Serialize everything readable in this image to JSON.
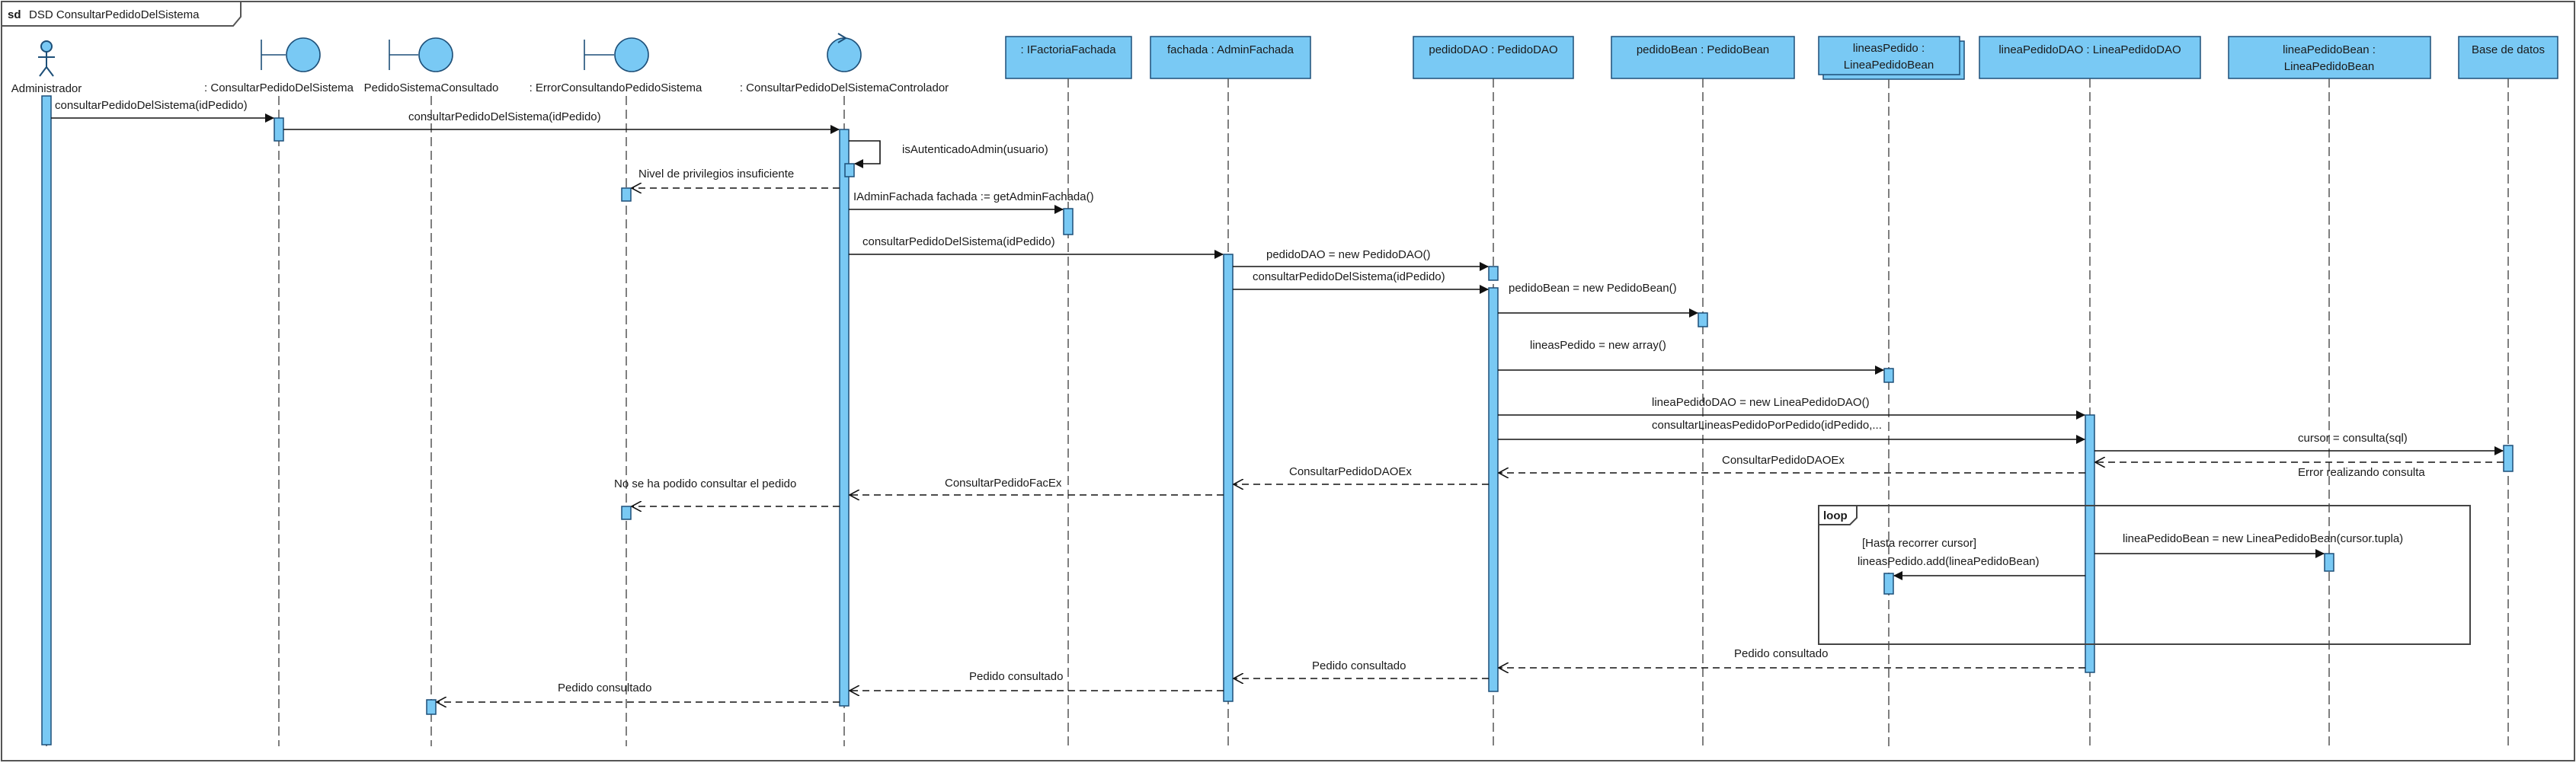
{
  "title": {
    "prefix": "sd",
    "name": "DSD ConsultarPedidoDelSistema"
  },
  "participants": {
    "actor": "Administrador",
    "b1": ": ConsultarPedidoDelSistema",
    "b2": "PedidoSistemaConsultado",
    "b3": ": ErrorConsultandoPedidoSistema",
    "ctrl": ": ConsultarPedidoDelSistemaControlador",
    "ifact": ": IFactoriaFachada",
    "fachada": "fachada : AdminFachada",
    "pdao": "pedidoDAO : PedidoDAO",
    "pbean": "pedidoBean : PedidoBean",
    "lineas_1": "lineasPedido :",
    "lineas_2": "LineaPedidoBean",
    "ldao": "lineaPedidoDAO : LineaPedidoDAO",
    "lbean_1": "lineaPedidoBean :",
    "lbean_2": "LineaPedidoBean",
    "db": "Base de datos"
  },
  "messages": {
    "m1": "consultarPedidoDelSistema(idPedido)",
    "m2": "consultarPedidoDelSistema(idPedido)",
    "m3": "isAutenticadoAdmin(usuario)",
    "m4": "Nivel de privilegios insuficiente",
    "m5": "IAdminFachada fachada := getAdminFachada()",
    "m6": "consultarPedidoDelSistema(idPedido)",
    "m7": "pedidoDAO = new PedidoDAO()",
    "m8": "consultarPedidoDelSistema(idPedido)",
    "m9": "pedidoBean = new PedidoBean()",
    "m10": "lineasPedido = new array()",
    "m11": "lineaPedidoDAO = new LineaPedidoDAO()",
    "m12": "consultarLineasPedidoPorPedido(idPedido,...",
    "m13": "cursor = consulta(sql)",
    "m14": "ConsultarPedidoDAOEx",
    "m15": "Error realizando consulta",
    "m16": "ConsultarPedidoDAOEx",
    "m17": "ConsultarPedidoFacEx",
    "m18": "No se ha podido consultar el pedido",
    "m19": "lineaPedidoBean = new LineaPedidoBean(cursor.tupla)",
    "m20": "lineasPedido.add(lineaPedidoBean)",
    "m21": "Pedido consultado",
    "m22": "Pedido consultado",
    "m23": "Pedido consultado",
    "m24": "Pedido consultado"
  },
  "loop": {
    "label": "loop",
    "guard": "[Hasta recorrer cursor]"
  },
  "colors": {
    "participant_fill": "#79c9f4",
    "participant_stroke": "#1d4f78",
    "line": "#111111"
  }
}
